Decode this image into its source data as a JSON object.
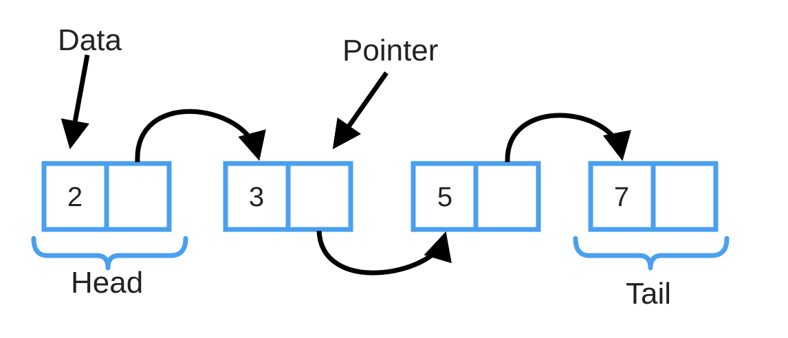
{
  "nodes": [
    {
      "value": "2"
    },
    {
      "value": "3"
    },
    {
      "value": "5"
    },
    {
      "value": "7"
    }
  ],
  "labels": {
    "data": "Data",
    "pointer": "Pointer",
    "head": "Head",
    "tail": "Tail"
  },
  "colors": {
    "node_stroke": "#4a9ff0",
    "arrow": "#000000",
    "text": "#222222"
  }
}
